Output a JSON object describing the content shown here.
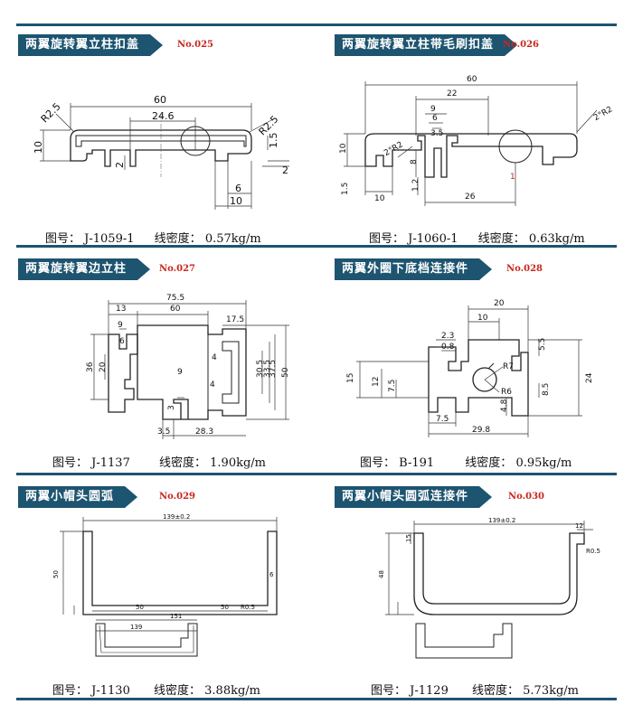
{
  "panels": [
    {
      "title": "两翼旋转翼立柱扣盖",
      "no": "No.025",
      "fig_label": "图号：",
      "fig_value": "J-1059-1",
      "density_label": "线密度：",
      "density_value": "0.57kg/m",
      "dims": [
        "60",
        "24.6",
        "R2.5",
        "R2.5",
        "10",
        "1.5",
        "2",
        "2",
        "6",
        "10"
      ]
    },
    {
      "title": "两翼旋转翼立柱带毛刷扣盖",
      "no": "No.026",
      "fig_label": "图号：",
      "fig_value": "J-1060-1",
      "density_label": "线密度：",
      "density_value": "0.63kg/m",
      "dims": [
        "60",
        "22",
        "9",
        "6",
        "3.5",
        "2°R2",
        "2°R2",
        "10",
        "8",
        "1.5",
        "1.2",
        "10",
        "26",
        "1"
      ]
    },
    {
      "title": "两翼旋转翼边立柱",
      "no": "No.027",
      "fig_label": "图号：",
      "fig_value": "J-1137",
      "density_label": "线密度：",
      "density_value": "1.90kg/m",
      "dims": [
        "75.5",
        "13",
        "60",
        "17.5",
        "9",
        "6",
        "36",
        "20",
        "4",
        "30.5",
        "33.5",
        "37.5",
        "50",
        "4",
        "9",
        "3",
        "3.5",
        "28.3"
      ]
    },
    {
      "title": "两翼外圈下底档连接件",
      "no": "No.028",
      "fig_label": "图号：",
      "fig_value": "B-191",
      "density_label": "线密度：",
      "density_value": "0.95kg/m",
      "dims": [
        "20",
        "10",
        "2.3",
        "0.8",
        "5.5",
        "15",
        "12",
        "7.5",
        "R7",
        "R6",
        "24",
        "4.8",
        "8.5",
        "7.5",
        "29.8"
      ]
    },
    {
      "title": "两翼小帽头圆弧",
      "no": "No.029",
      "fig_label": "图号：",
      "fig_value": "J-1130",
      "density_label": "线密度：",
      "density_value": "3.88kg/m",
      "dims": [
        "139±0.2",
        "50",
        "6",
        "50",
        "50",
        "R0.5",
        "151",
        "139"
      ]
    },
    {
      "title": "两翼小帽头圆弧连接件",
      "no": "No.030",
      "fig_label": "图号：",
      "fig_value": "J-1129",
      "density_label": "线密度：",
      "density_value": "5.73kg/m",
      "dims": [
        "139±0.2",
        "12",
        "R0.5",
        "15",
        "48"
      ]
    }
  ]
}
